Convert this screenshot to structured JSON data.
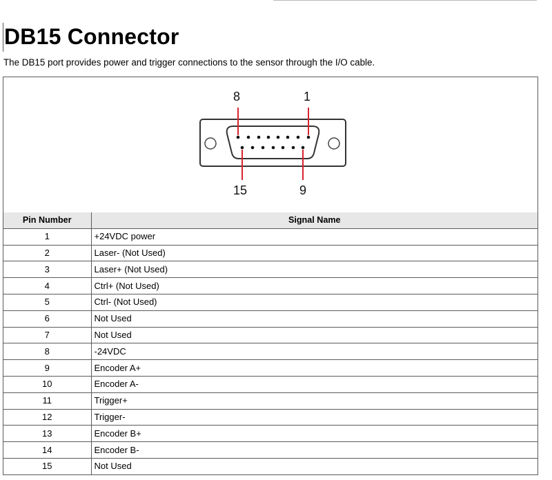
{
  "title": "DB15 Connector",
  "description": "The DB15 port provides power and trigger connections to the sensor through the I/O cable.",
  "diagram": {
    "labels": {
      "top_left": "8",
      "top_right": "1",
      "bottom_left": "15",
      "bottom_right": "9"
    }
  },
  "table": {
    "headers": [
      "Pin Number",
      "Signal Name"
    ],
    "rows": [
      [
        "1",
        "+24VDC power"
      ],
      [
        "2",
        "Laser- (Not Used)"
      ],
      [
        "3",
        "Laser+ (Not Used)"
      ],
      [
        "4",
        "Ctrl+ (Not Used)"
      ],
      [
        "5",
        "Ctrl- (Not Used)"
      ],
      [
        "6",
        "Not Used"
      ],
      [
        "7",
        "Not Used"
      ],
      [
        "8",
        "-24VDC"
      ],
      [
        "9",
        "Encoder A+"
      ],
      [
        "10",
        "Encoder A-"
      ],
      [
        "11",
        "Trigger+"
      ],
      [
        "12",
        "Trigger-"
      ],
      [
        "13",
        "Encoder B+"
      ],
      [
        "14",
        "Encoder B-"
      ],
      [
        "15",
        "Not Used"
      ]
    ]
  }
}
